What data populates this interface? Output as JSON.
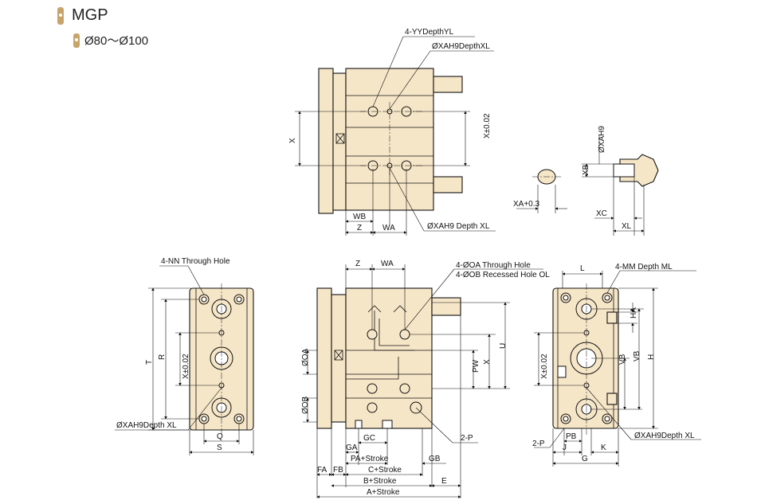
{
  "header": {
    "title": "MGP",
    "subtitle": "Ø80～Ø100"
  },
  "colors": {
    "body": "#f6e6c8",
    "tag": "#c7a56a",
    "line": "#111111"
  },
  "top_view": {
    "labels": {
      "yy_depth": "4-YYDepthYL",
      "xa_depth_top": "ØXAH9DepthXL",
      "x": "X",
      "x_tol": "X±0.02",
      "wb": "WB",
      "z": "Z",
      "wa": "WA",
      "xa_depth_bottom": "ØXAH9 Depth XL"
    }
  },
  "detail_view": {
    "labels": {
      "xa_h9": "ØXAH9",
      "xa_tol": "XA+0.3",
      "xb": "XB",
      "xc": "XC",
      "xl": "XL"
    }
  },
  "side_view": {
    "labels": {
      "nn_hole": "4-NN Through Hole",
      "t": "T",
      "r": "R",
      "x_tol": "X±0.02",
      "xa_depth": "ØXAH9Depth XL",
      "q": "Q",
      "s": "S"
    }
  },
  "front_view": {
    "labels": {
      "z": "Z",
      "wa": "WA",
      "oa_hole": "4-ØOA Through Hole",
      "ob_hole": "4-ØOB Recessed Hole OL",
      "oa": "ØOA",
      "ob": "ØOB",
      "pw": "PW",
      "x": "X",
      "u": "U",
      "two_p": "2-P",
      "gc": "GC",
      "ga": "GA",
      "pa_stroke": "PA+Stroke",
      "fa": "FA",
      "fb": "FB",
      "gb": "GB",
      "c_stroke": "C+Stroke",
      "b_stroke": "B+Stroke",
      "e": "E",
      "a_stroke": "A+Stroke"
    }
  },
  "rear_view": {
    "labels": {
      "l": "L",
      "mm_depth": "4-MM Depth ML",
      "ha": "HA",
      "x_tol": "X±0.02",
      "vb": "VB",
      "h": "H",
      "two_p": "2-P",
      "pb": "PB",
      "j": "J",
      "k": "K",
      "g": "G",
      "xa_depth": "ØXAH9Depth XL"
    }
  }
}
